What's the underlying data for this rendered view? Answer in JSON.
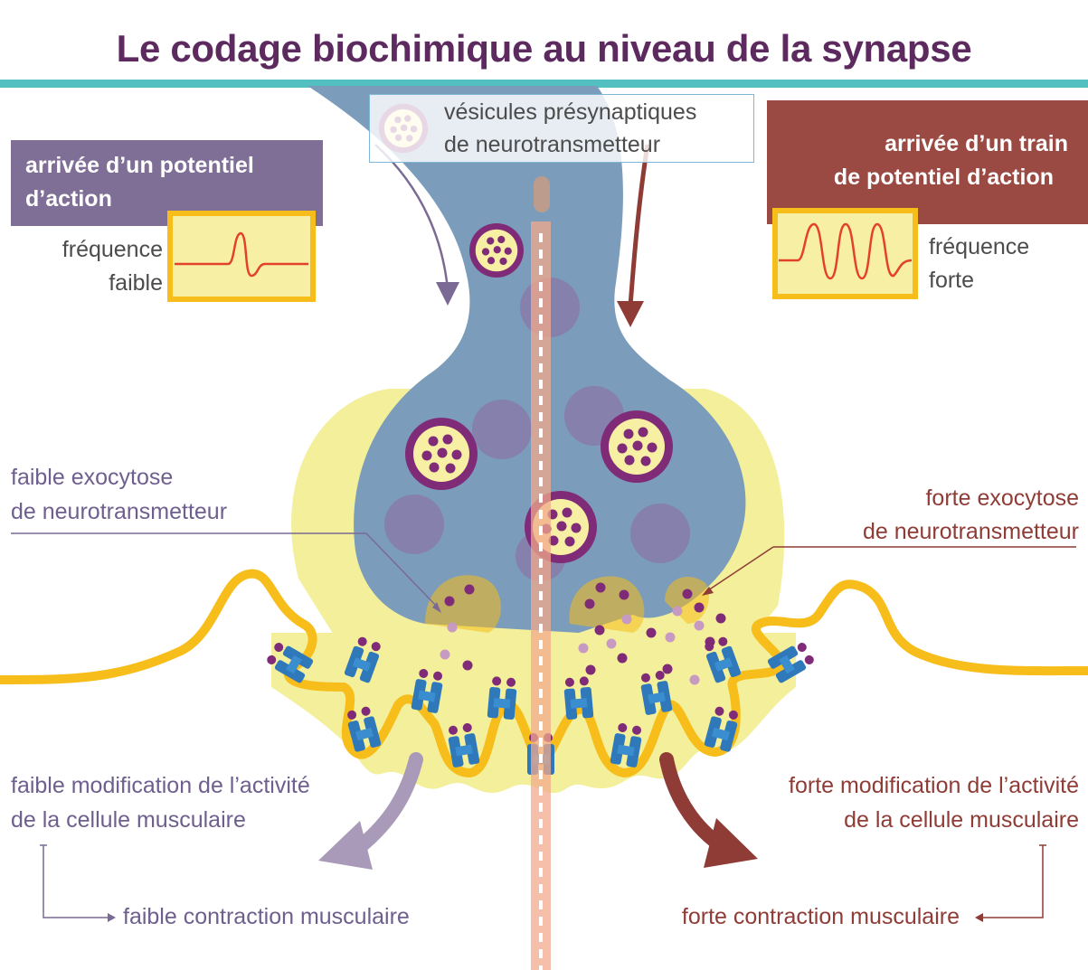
{
  "title": "Le codage biochimique au niveau de la synapse",
  "left_header": {
    "line1": "arrivée d’un potentiel",
    "line2": "d’action"
  },
  "right_header": {
    "line1": "arrivée d’un train",
    "line2": "de potentiel d’action"
  },
  "left_frequency": {
    "line1": "fréquence",
    "line2": "faible"
  },
  "right_frequency": {
    "line1": "fréquence",
    "line2": "forte"
  },
  "vesicle_label": {
    "line1": "vésicules présynaptiques",
    "line2": "de neurotransmetteur"
  },
  "left_exocytosis": {
    "line1": "faible exocytose",
    "line2": "de neurotransmetteur"
  },
  "right_exocytosis": {
    "line1": "forte exocytose",
    "line2": "de neurotransmetteur"
  },
  "left_activity": {
    "line1": "faible modification de l’activité",
    "line2": "de la cellule musculaire"
  },
  "right_activity": {
    "line1": "forte modification de l’activité",
    "line2": "de la cellule musculaire"
  },
  "left_contraction": "faible contraction musculaire",
  "right_contraction": "forte contraction musculaire",
  "colors": {
    "title": "#5c2a5e",
    "teal_rule": "#52c0c0",
    "left_box": "#7f6f96",
    "right_box": "#9b4a43",
    "axon": "#7b9cba",
    "cleft": "#f4ef9a",
    "membrane": "#f7bd1a",
    "vesicle": "#7f2b77",
    "receptor": "#2f79bb",
    "left_accent": "#6e5f8e",
    "right_accent": "#8f3c36"
  }
}
